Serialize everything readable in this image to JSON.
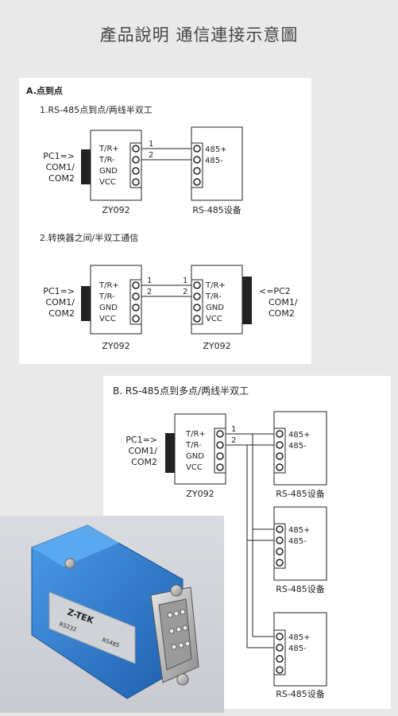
{
  "page": {
    "title": "產品說明  通信連接示意圖"
  },
  "section_a": {
    "heading": "A.点到点",
    "diagram1": {
      "title": "1.RS-485点到点/两线半双工",
      "pc_label": [
        "PC1=>",
        "COM1/",
        "COM2"
      ],
      "converter_pins": [
        "T/R+",
        "T/R-",
        "GND",
        "VCC"
      ],
      "converter_name": "ZY092",
      "wire_numbers": [
        "1",
        "2"
      ],
      "device_pins": [
        "485+",
        "485-"
      ],
      "device_name": "RS-485设备"
    },
    "diagram2": {
      "title": "2.转换器之间/半双工通信",
      "pc1_label": [
        "PC1=>",
        "COM1/",
        "COM2"
      ],
      "left_pins": [
        "T/R+",
        "T/R-",
        "GND",
        "VCC"
      ],
      "left_name": "ZY092",
      "wire_numbers_left": [
        "1",
        "2"
      ],
      "wire_numbers_right": [
        "1",
        "2"
      ],
      "right_pins": [
        "T/R+",
        "T/R-",
        "GND",
        "VCC"
      ],
      "right_name": "ZY092",
      "pc2_label": [
        "<=PC2",
        "COM1/",
        "COM2"
      ]
    }
  },
  "section_b": {
    "heading": "B. RS-485点到多点/两线半双工",
    "pc_label": [
      "PC1=>",
      "COM1/",
      "COM2"
    ],
    "converter_pins": [
      "T/R+",
      "T/R-",
      "GND",
      "VCC"
    ],
    "converter_name": "ZY092",
    "wire_numbers": [
      "1",
      "2"
    ],
    "devices": [
      {
        "pins": [
          "485+",
          "485-"
        ],
        "name": "RS-485设备"
      },
      {
        "pins": [
          "485+",
          "485-"
        ],
        "name": "RS-485设备"
      },
      {
        "pins": [
          "485+",
          "485-"
        ],
        "name": "RS-485设备"
      }
    ]
  },
  "photo": {
    "brand": "Z-TEK",
    "port_left": "RS232",
    "port_right": "RS485"
  },
  "colors": {
    "background": "#e9e9e9",
    "panel": "#ffffff",
    "device_body": "#2f7fd0"
  }
}
